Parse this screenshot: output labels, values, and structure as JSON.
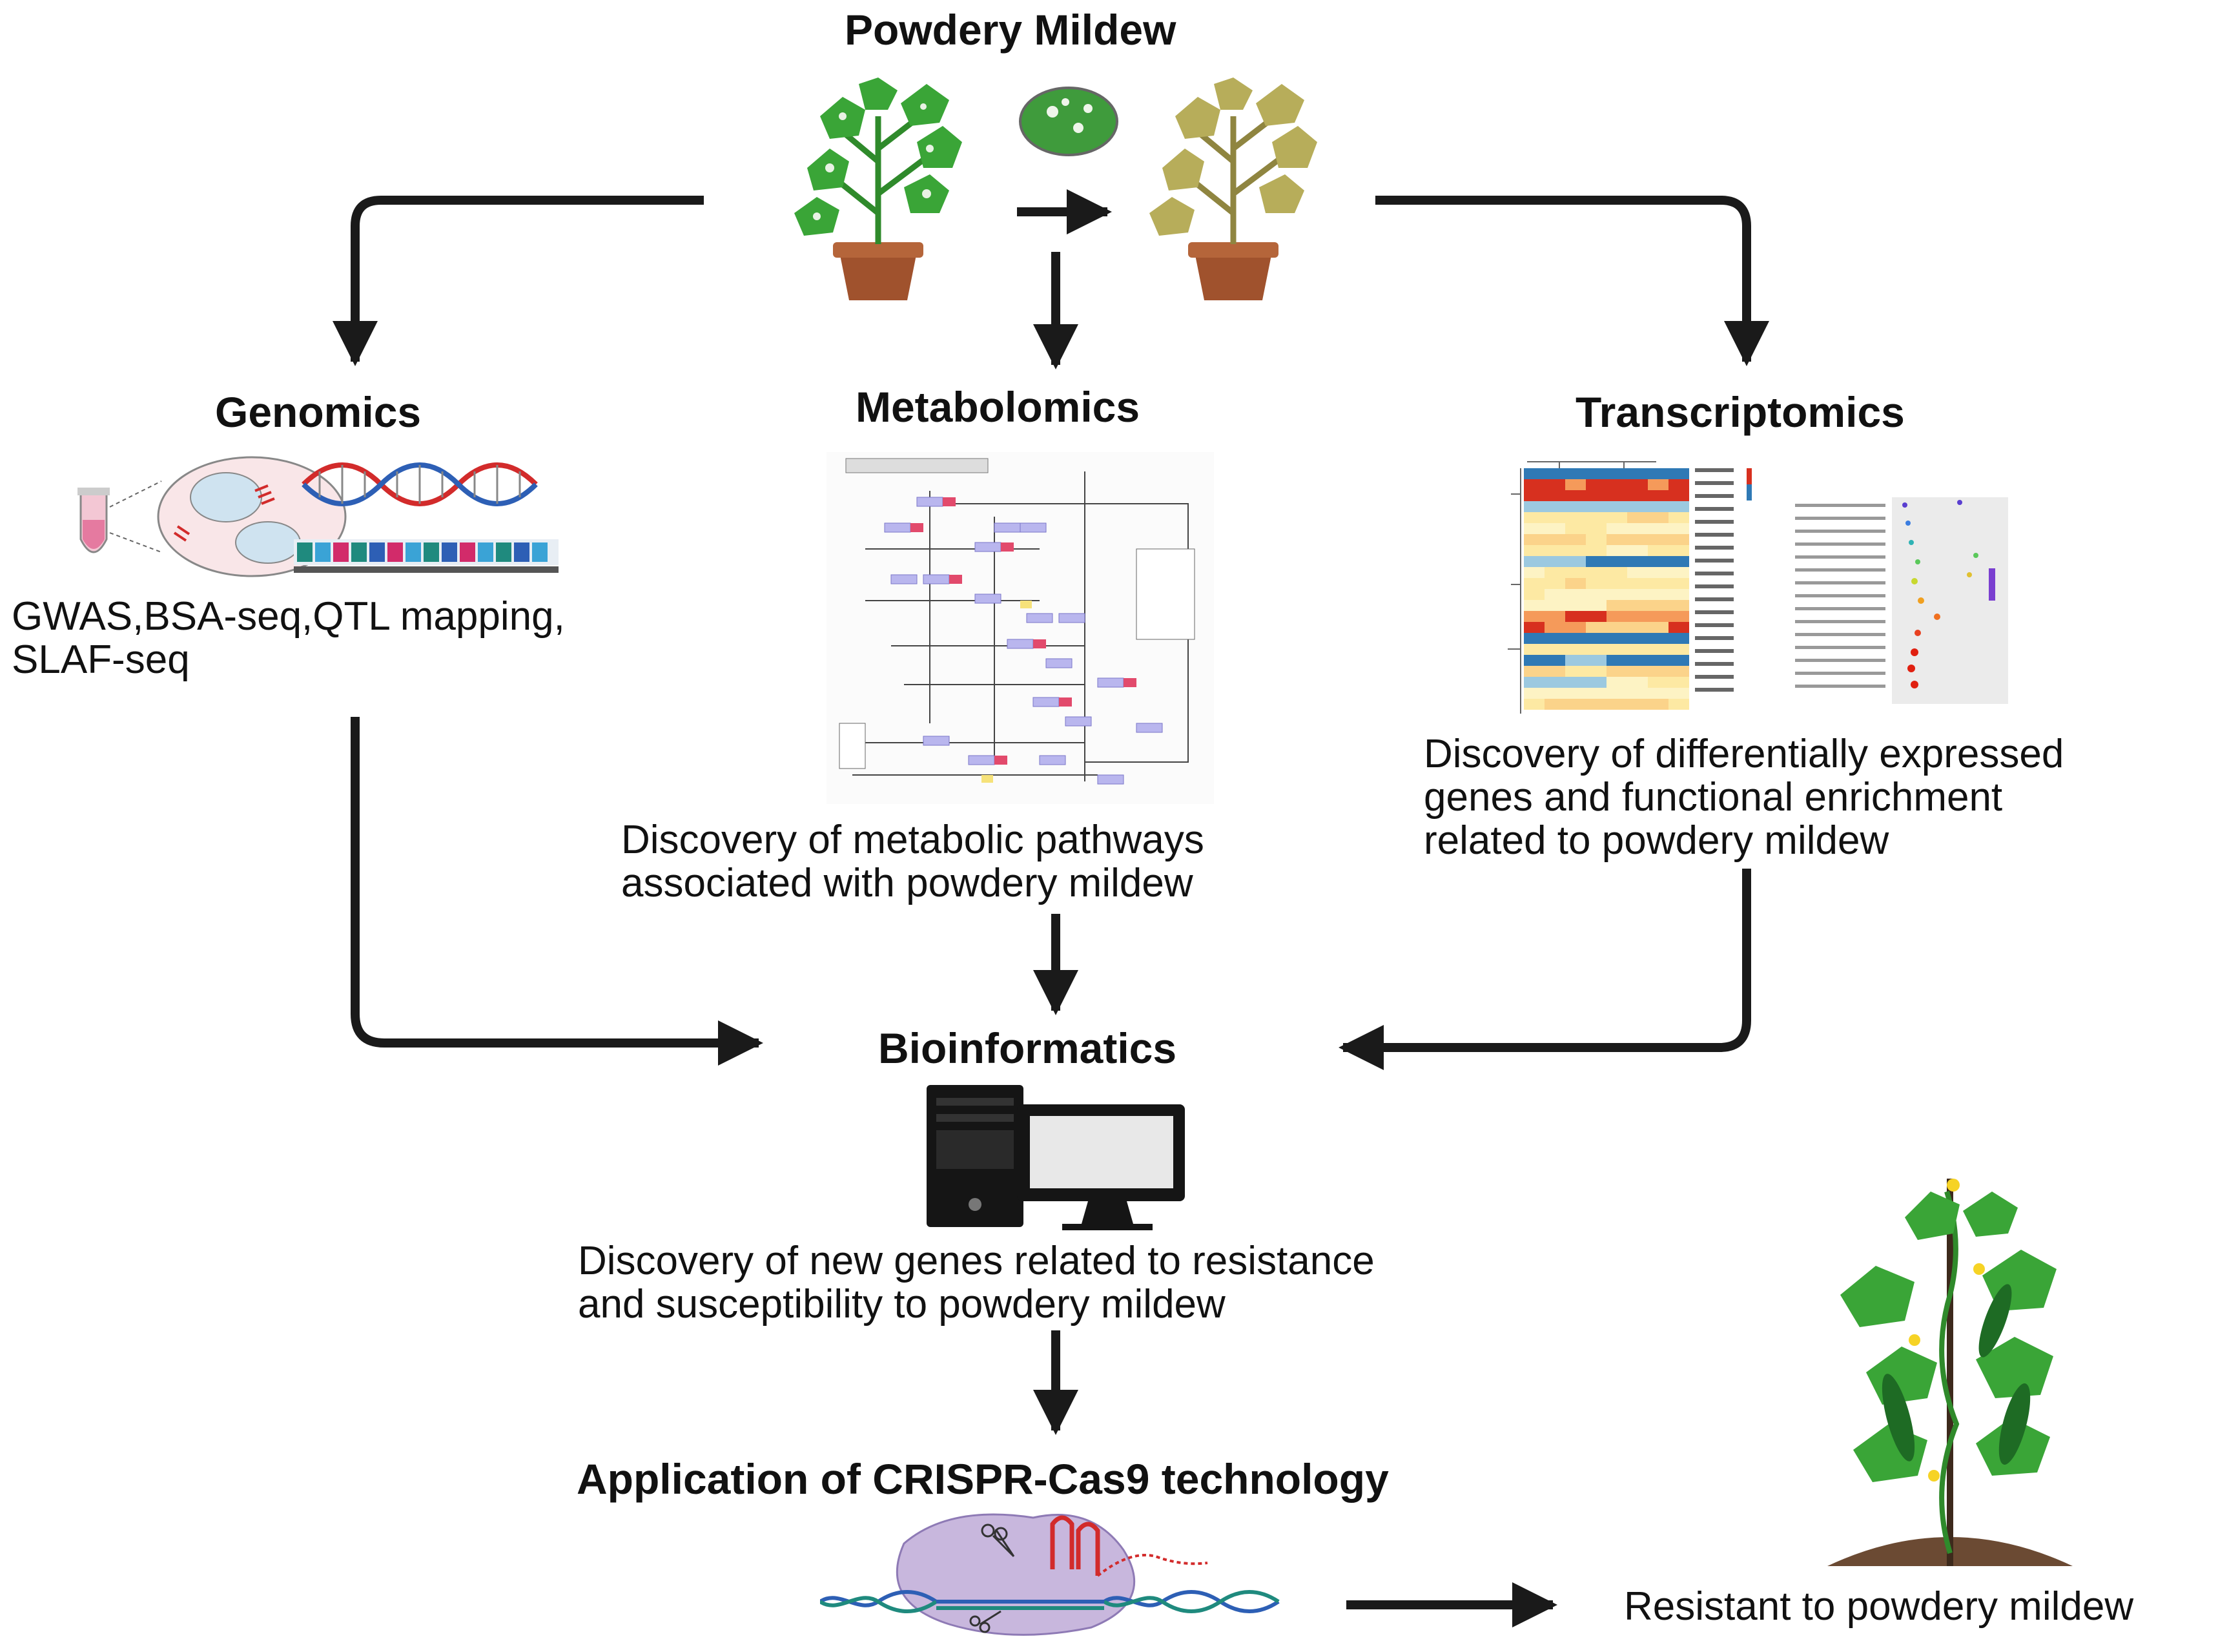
{
  "headings": {
    "top": "Powdery Mildew",
    "genomics": "Genomics",
    "metabolomics": "Metabolomics",
    "transcriptomics": "Transcriptomics",
    "bioinformatics": "Bioinformatics",
    "crispr": "Application of CRISPR-Cas9 technology"
  },
  "captions": {
    "genomics": "GWAS,BSA-seq,QTL mapping,\nSLAF-seq",
    "metabolomics": "Discovery of metabolic pathways\nassociated with powdery mildew",
    "transcriptomics": "Discovery of differentially expressed\ngenes and functional enrichment\nrelated to powdery mildew",
    "bioinformatics": "Discovery of new genes related to resistance\nand susceptibility to powdery mildew",
    "result": "Resistant to powdery mildew"
  },
  "colors": {
    "arrow": "#1a1a1a",
    "leaf_healthy": "#3aa537",
    "leaf_infected": "#b7ad5a",
    "pot": "#a0522d",
    "dna_red": "#d22b2b",
    "dna_blue": "#2d5fb5",
    "heatmap_red": "#d7301f",
    "heatmap_blue": "#2f79b5",
    "heatmap_yellow": "#fde9a3"
  },
  "icons": [
    "healthy-plant-icon",
    "infected-plant-icon",
    "magnifier-leaf-icon",
    "test-tube-icon",
    "cell-icon",
    "dna-helix-icon",
    "pathway-map-icon",
    "heatmap-icon",
    "dotplot-icon",
    "computer-icon",
    "cas9-complex-icon",
    "cucumber-plant-icon"
  ]
}
